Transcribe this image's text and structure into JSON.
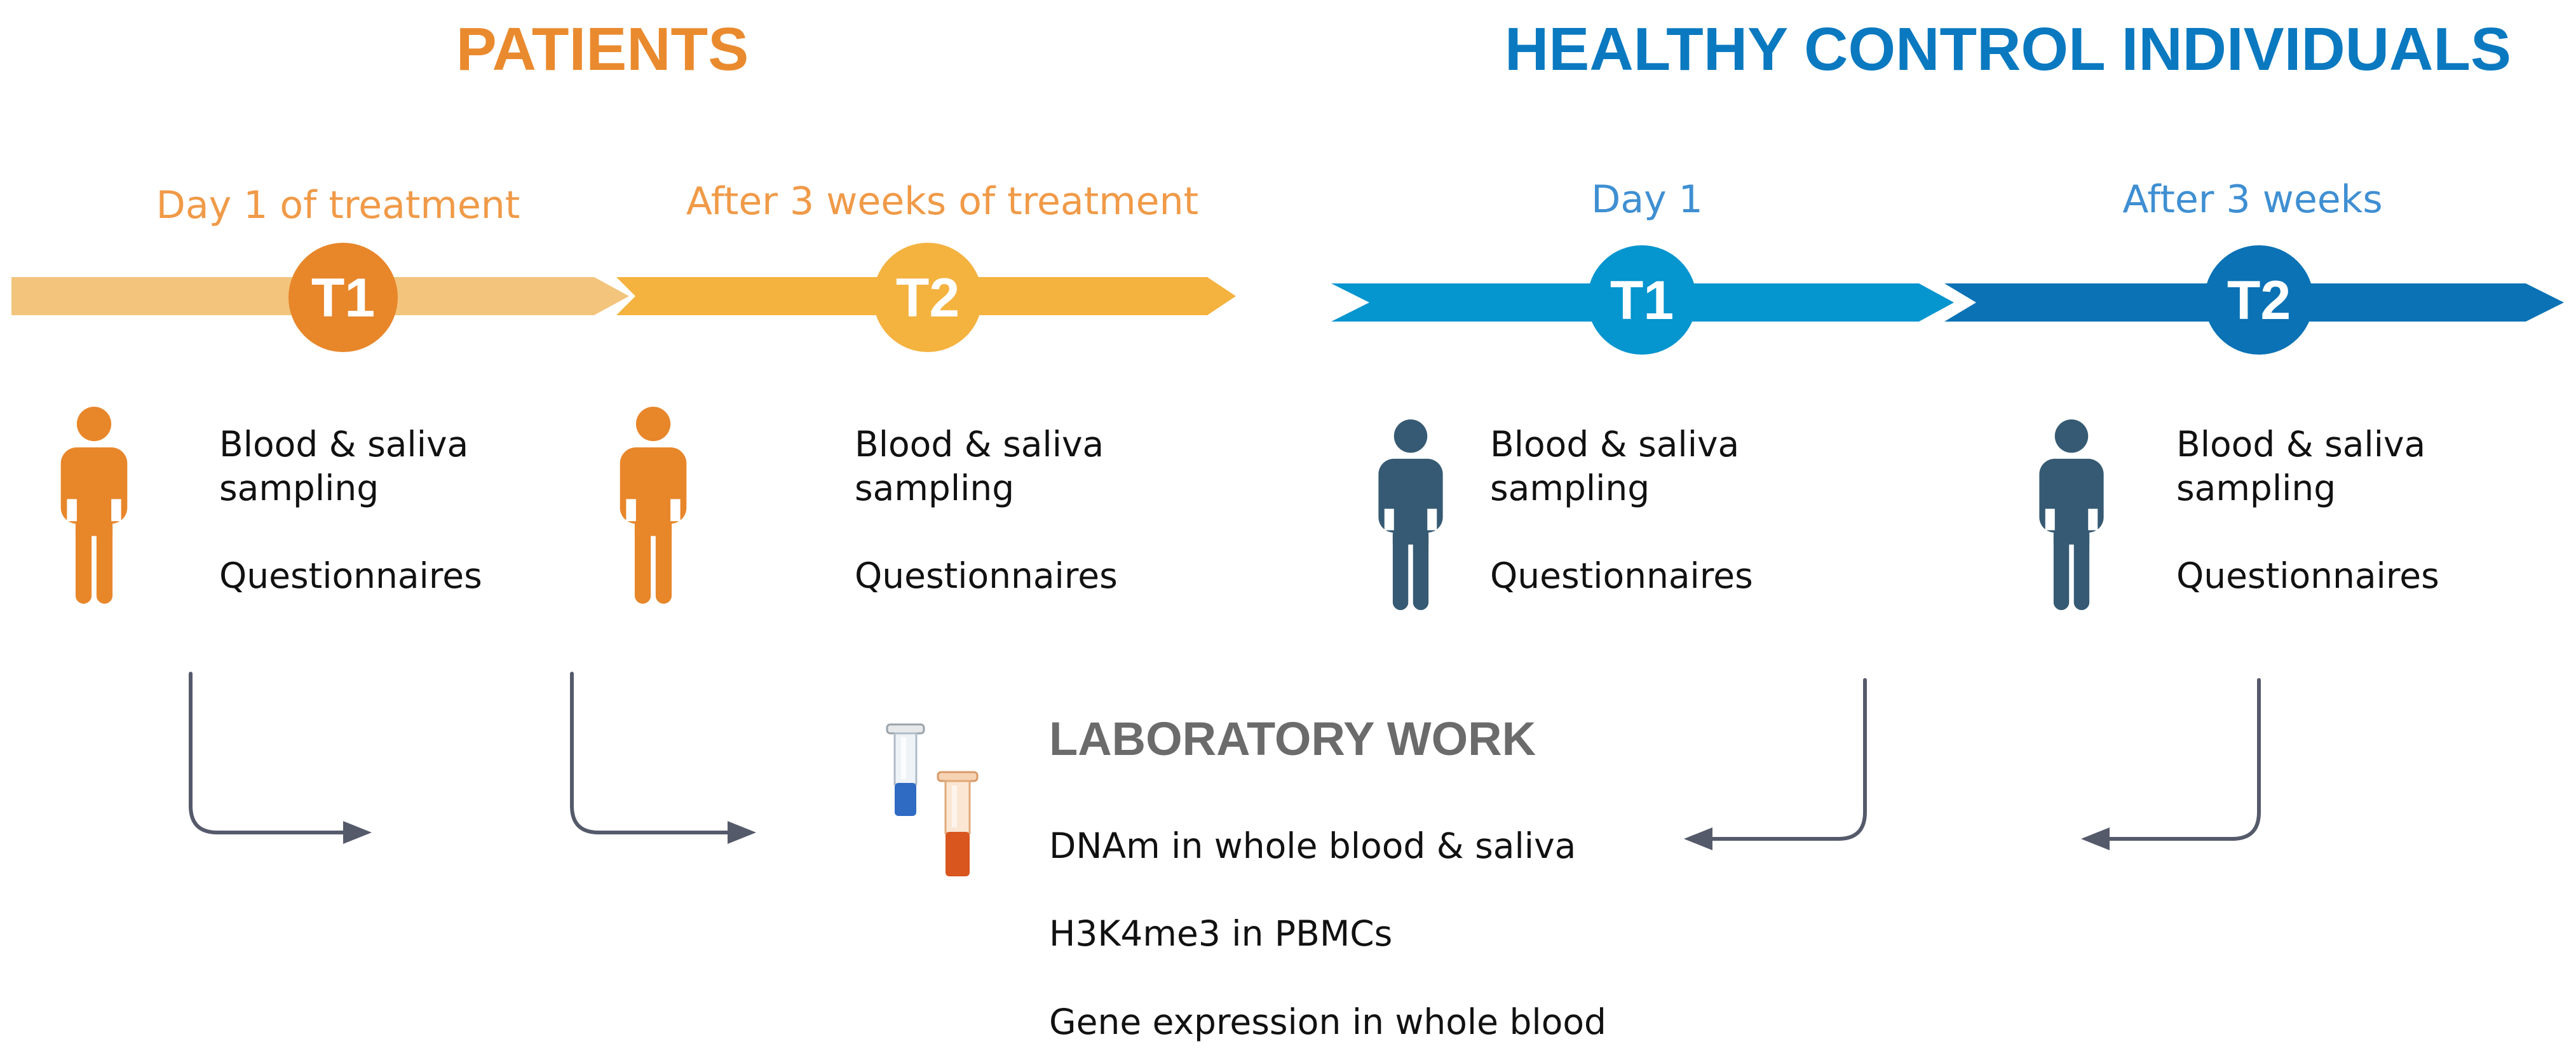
{
  "colors": {
    "patients_heading": "#ea8a2e",
    "controls_heading": "#0a79c0",
    "patients_timepoint": "#f09a48",
    "controls_timepoint": "#3f8fd2",
    "patients_arrow_1": "#f2c47c",
    "patients_arrow_2": "#f4b23f",
    "patients_badge_1": "#e8862a",
    "patients_badge_2": "#f4b23f",
    "controls_arrow_1": "#0595cf",
    "controls_arrow_2": "#0a72b5",
    "controls_badge_1": "#0595cf",
    "controls_badge_2": "#0a72b5",
    "patient_figure": "#e8862a",
    "control_figure": "#365a73",
    "flow_arrow": "#555a6b",
    "lab_heading": "#6b6b6b",
    "body_text": "#111111"
  },
  "groups": {
    "patients": {
      "heading": "PATIENTS",
      "timepoints": [
        {
          "label": "Day 1 of treatment",
          "badge": "T1",
          "activities": [
            "Blood & saliva",
            "sampling",
            "Questionnaires"
          ]
        },
        {
          "label": "After 3 weeks of treatment",
          "badge": "T2",
          "activities": [
            "Blood & saliva",
            "sampling",
            "Questionnaires"
          ]
        }
      ]
    },
    "controls": {
      "heading": "HEALTHY CONTROL INDIVIDUALS",
      "timepoints": [
        {
          "label": "Day 1",
          "badge": "T1",
          "activities": [
            "Blood & saliva",
            "sampling",
            "Questionnaires"
          ]
        },
        {
          "label": "After 3 weeks",
          "badge": "T2",
          "activities": [
            "Blood & saliva",
            "sampling",
            "Questionnaires"
          ]
        }
      ]
    }
  },
  "laboratory": {
    "heading": "LABORATORY WORK",
    "items": [
      "DNAm in whole blood & saliva",
      "H3K4me3 in PBMCs",
      "Gene expression in whole blood"
    ],
    "icons": [
      "blue-sample-tube-icon",
      "orange-sample-tube-icon"
    ]
  },
  "icons": {
    "patient_figure": "person-icon",
    "control_figure": "person-icon",
    "flow_arrow": "elbow-arrow-icon"
  }
}
